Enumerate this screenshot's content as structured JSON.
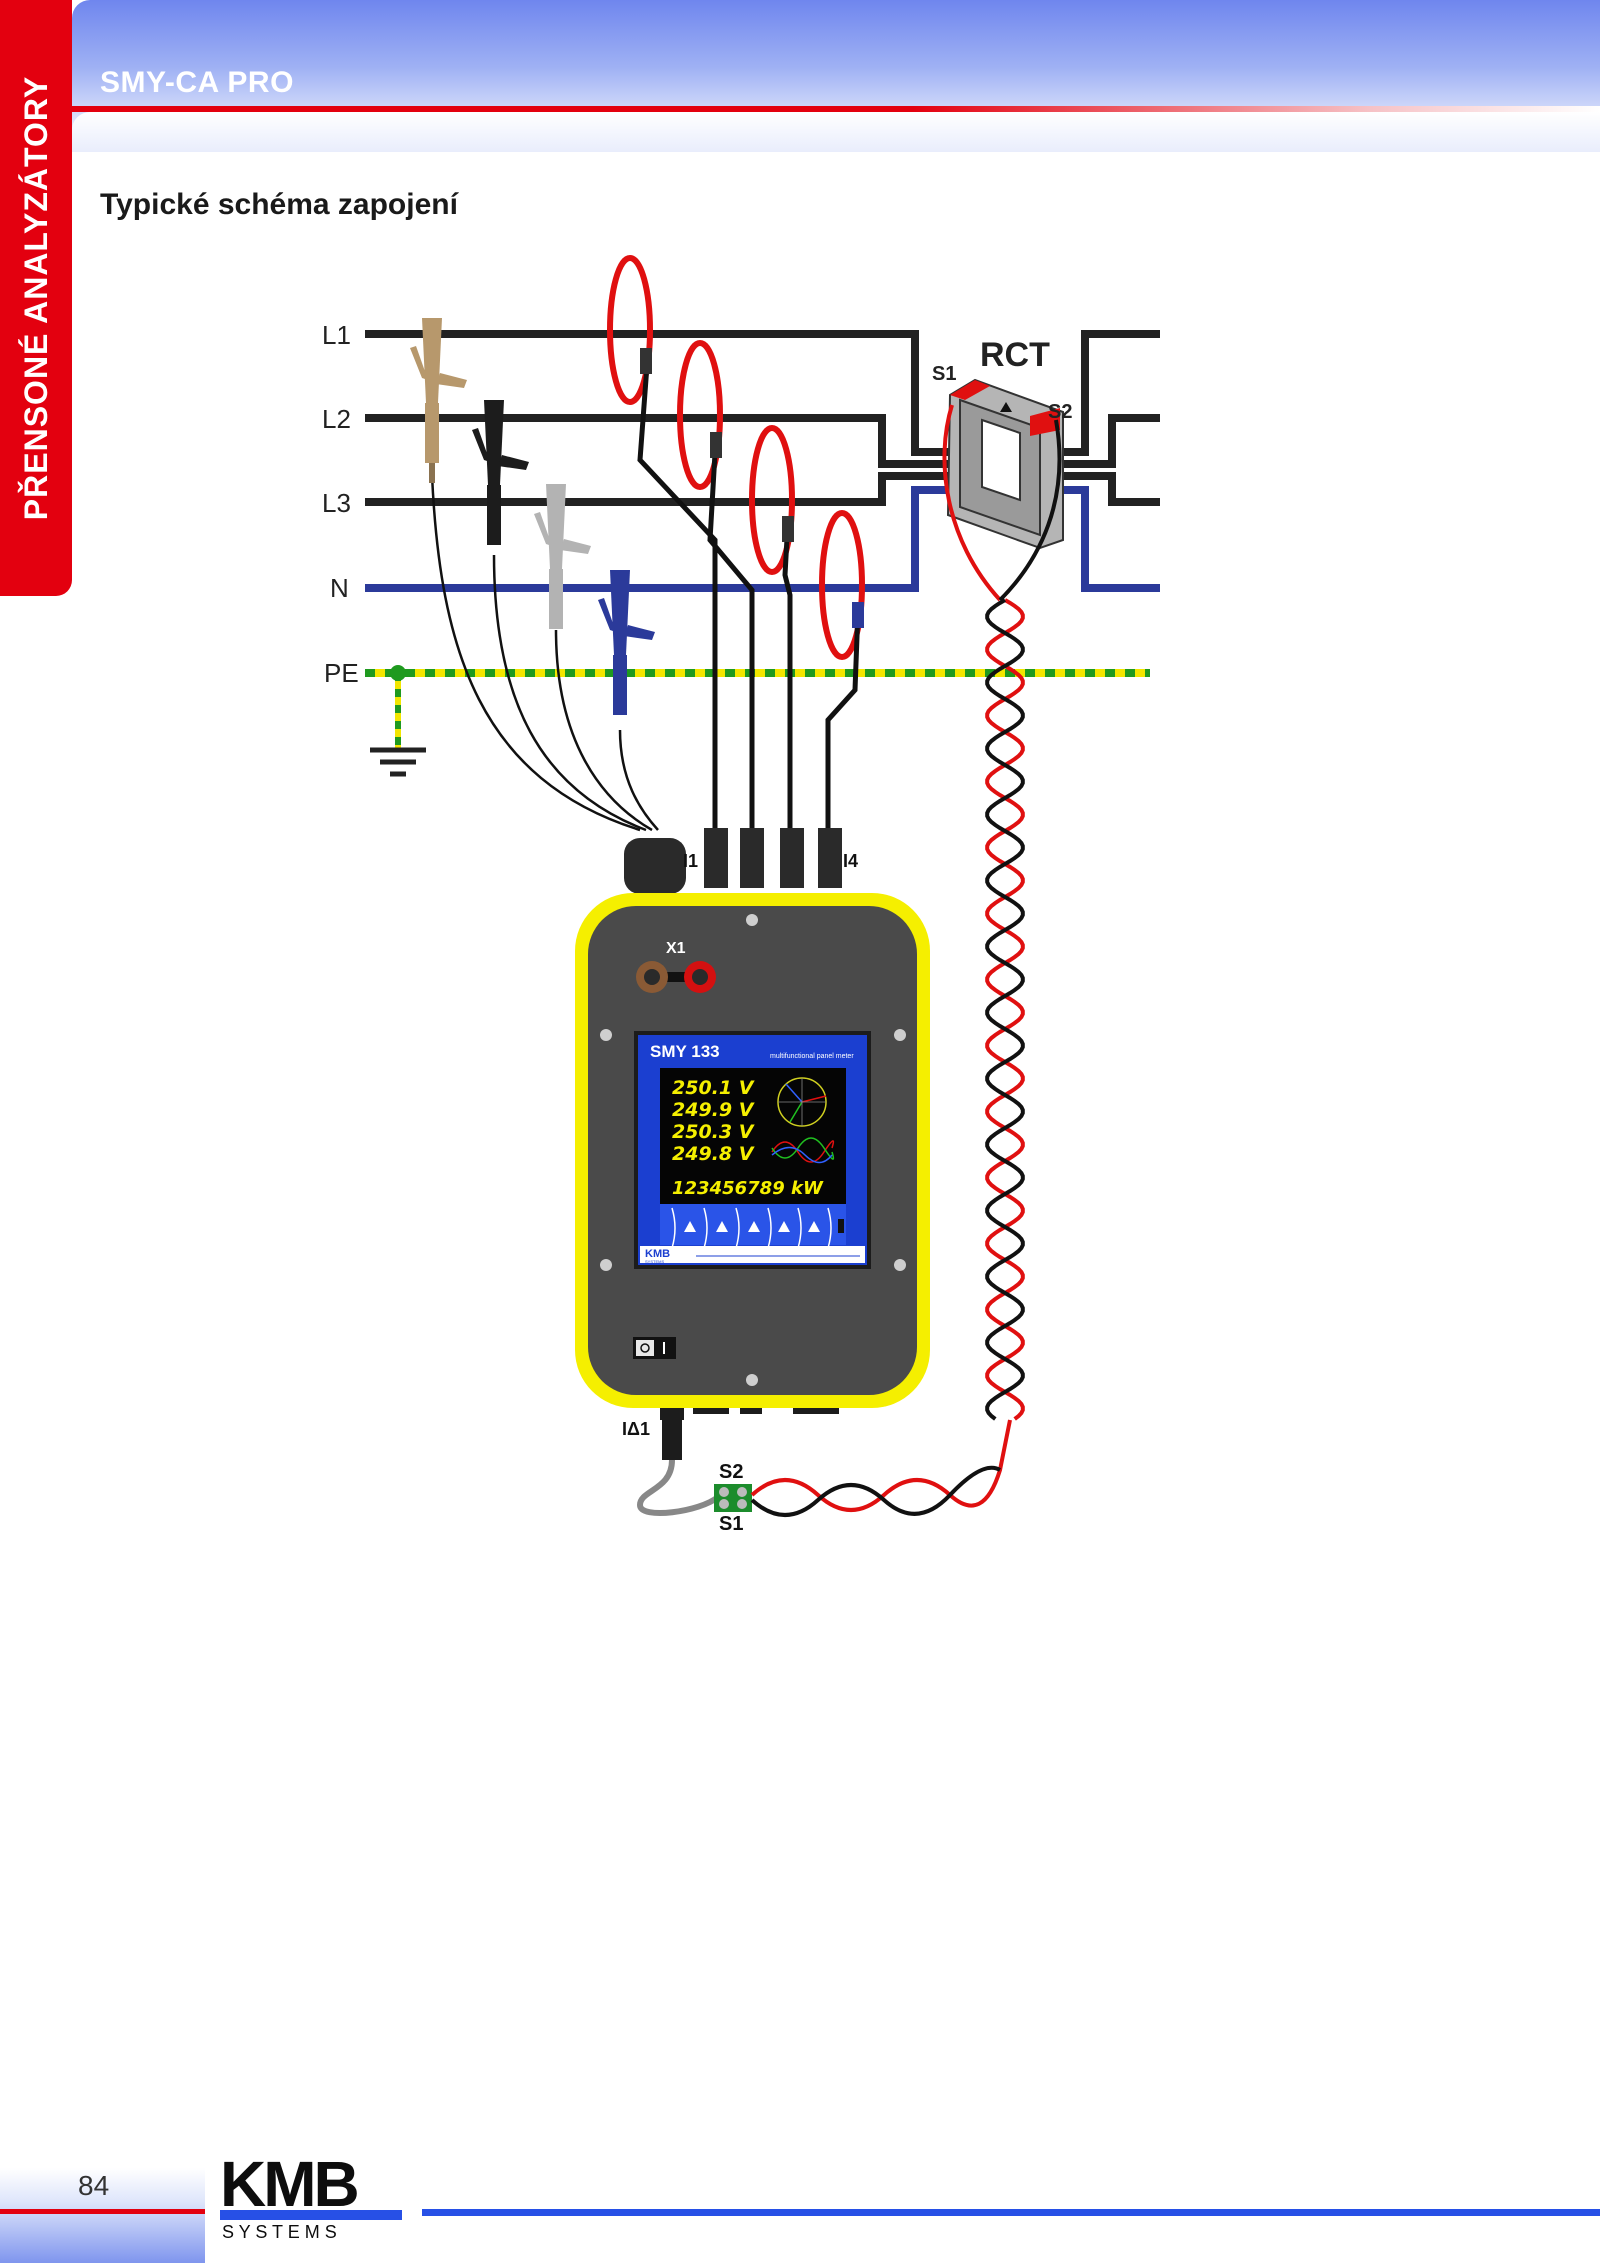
{
  "sidebar": {
    "label": "PŘENSONÉ ANALYZÁTORY"
  },
  "header": {
    "title": "SMY-CA PRO"
  },
  "section": {
    "title": "Typické schéma zapojení"
  },
  "diagram": {
    "lines": {
      "l1": "L1",
      "l2": "L2",
      "l3": "L3",
      "n": "N",
      "pe": "PE"
    },
    "rct": {
      "title": "RCT",
      "s1": "S1",
      "s2": "S2"
    },
    "inputs": {
      "i1": "I1",
      "i4": "I4",
      "x1": "X1",
      "idelta": "IΔ1"
    },
    "terminal": {
      "s2": "S2",
      "s1": "S1"
    },
    "meter": {
      "model": "SMY 133",
      "subtitle": "multifunctional panel meter",
      "readings": [
        "250.1 V",
        "249.9 V",
        "250.3 V",
        "249.8 V"
      ],
      "power": "123456789 kW",
      "brand": "KMB",
      "brand_sub": "SYSTEMS"
    }
  },
  "footer": {
    "page_number": "84",
    "logo_text": "KMB",
    "logo_sub": "S Y S T E M S"
  },
  "colors": {
    "brand_red": "#e3000f",
    "brand_blue": "#2750e6",
    "neutral_blue": "#2b3a9a",
    "device_yellow": "#f5ef00"
  }
}
